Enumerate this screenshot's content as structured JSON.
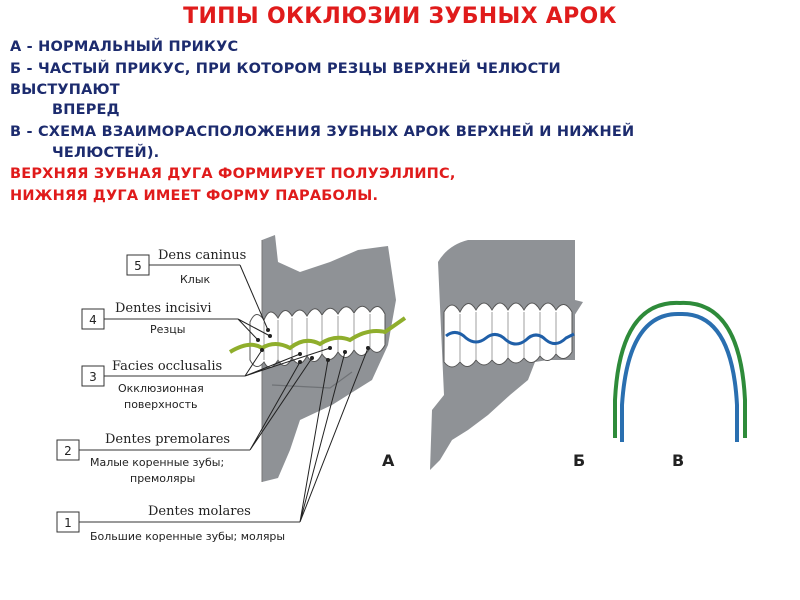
{
  "title": "ТИПЫ ОККЛЮЗИИ ЗУБНЫХ АРОК",
  "lines": {
    "a": " А - НОРМАЛЬНЫЙ ПРИКУС",
    "b": " Б - ЧАСТЫЙ ПРИКУС, ПРИ КОТОРОМ РЕЗЦЫ ВЕРХНЕЙ ЧЕЛЮСТИ",
    "b_cont1": "ВЫСТУПАЮТ",
    "b_cont2": "ВПЕРЕД",
    "v": "В - СХЕМА ВЗАИМОРАСПОЛОЖЕНИЯ ЗУБНЫХ АРОК ВЕРХНЕЙ И НИЖНЕЙ",
    "v_cont": "ЧЕЛЮСТЕЙ).",
    "red1": "ВЕРХНЯЯ ЗУБНАЯ ДУГА ФОРМИРУЕТ ПОЛУЭЛЛИПС,",
    "red2": "НИЖНЯЯ ДУГА ИМЕЕТ ФОРМУ ПАРАБОЛЫ."
  },
  "labels": [
    {
      "num": "5",
      "latin": "Dens caninus",
      "russian": [
        "Клык"
      ]
    },
    {
      "num": "4",
      "latin": "Dentes incisivi",
      "russian": [
        "Резцы"
      ]
    },
    {
      "num": "3",
      "latin": "Facies occlusalis",
      "russian": [
        "Окклюзионная",
        "поверхность"
      ]
    },
    {
      "num": "2",
      "latin": "Dentes premolares",
      "russian": [
        "Малые коренные зубы;",
        "премоляры"
      ]
    },
    {
      "num": "1",
      "latin": "Dentes molares",
      "russian": [
        "Большие коренные зубы; моляры"
      ]
    }
  ],
  "panels": {
    "a": "А",
    "b": "Б",
    "v": "В"
  },
  "colors": {
    "title_red": "#e01b1b",
    "text_blue": "#1c2b6e",
    "jaw_gray": "#8f9296",
    "occlusal_green": "#8fae2c",
    "occlusal_blue": "#1f5fa8",
    "upper_arch_green": "#2e8b3a",
    "lower_arch_blue": "#2a6fb0"
  }
}
